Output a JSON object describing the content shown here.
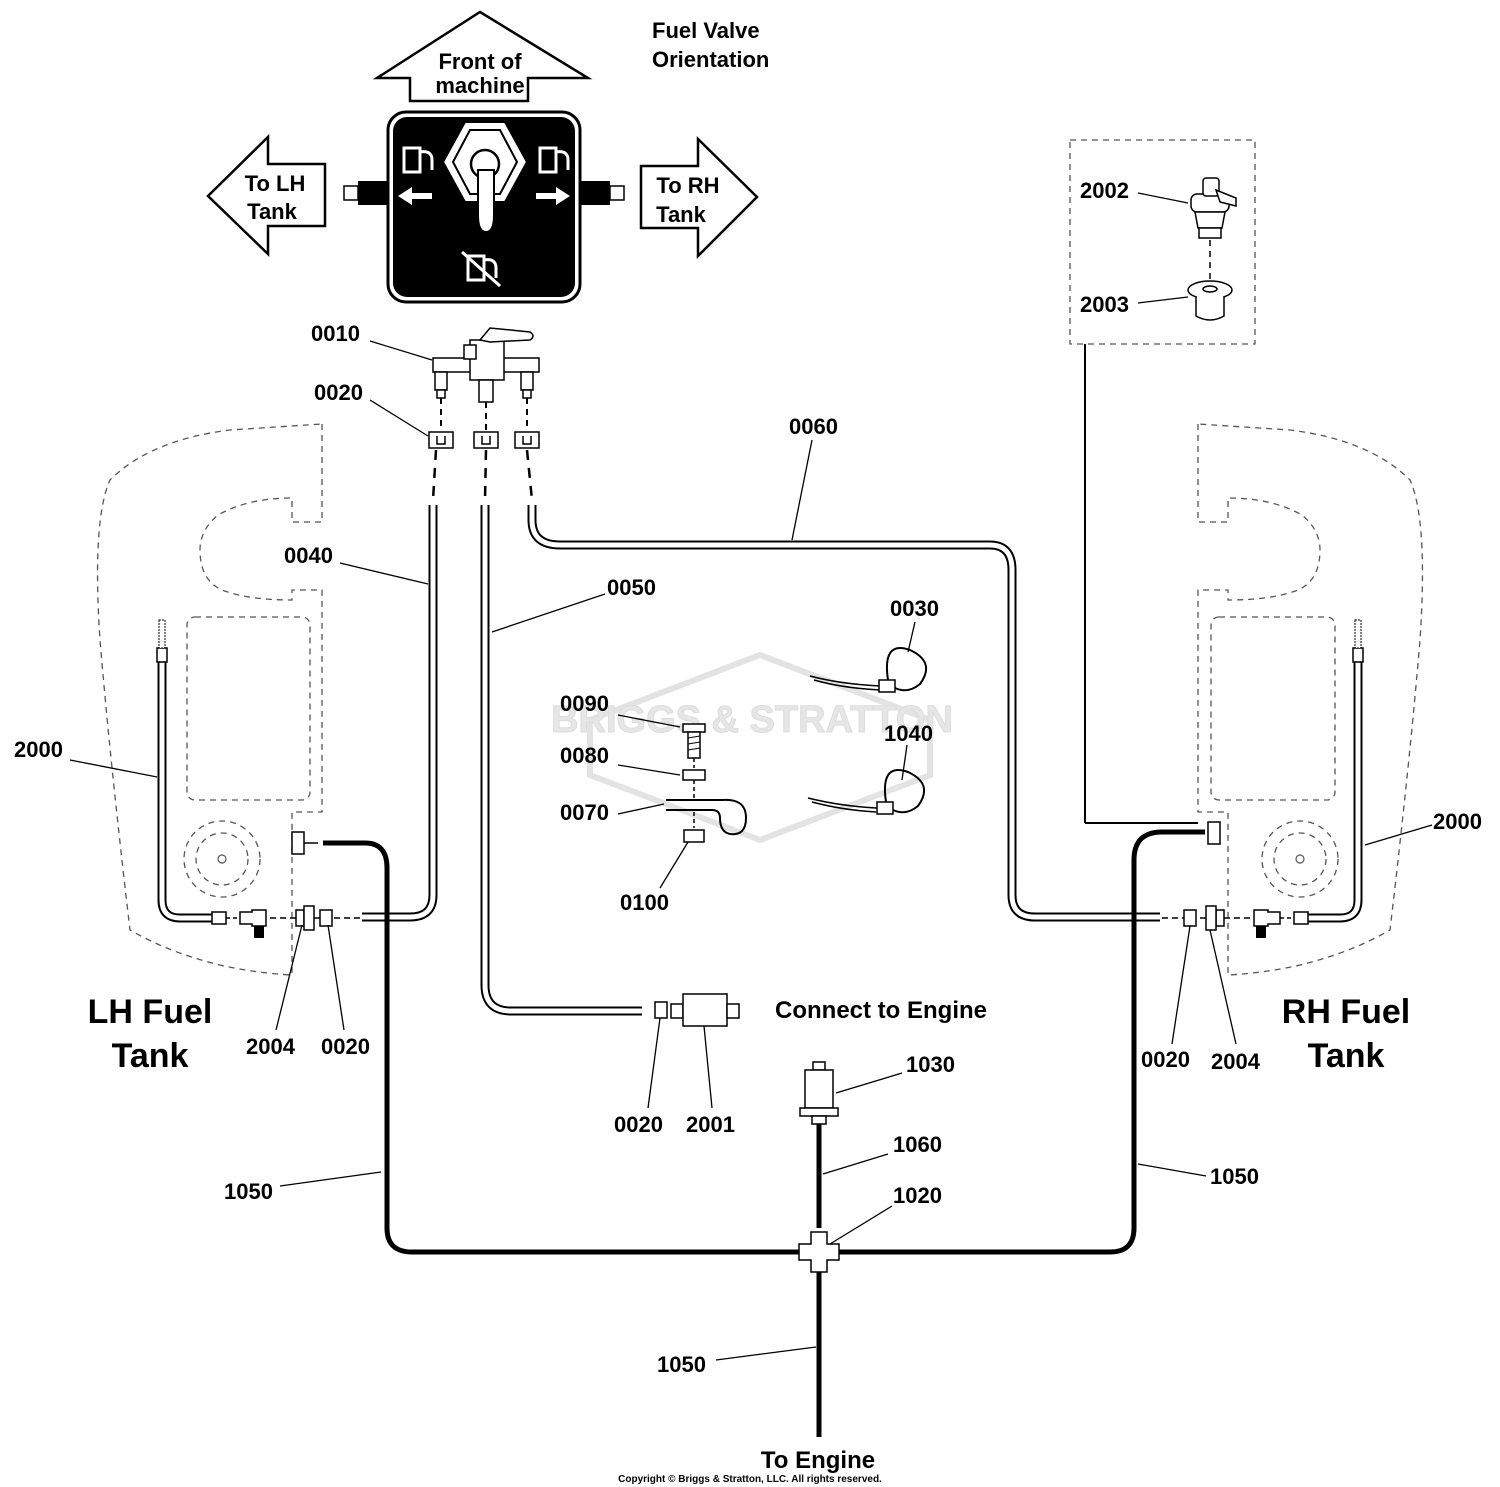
{
  "valve_orientation": {
    "title_line1": "Fuel Valve",
    "title_line2": "Orientation",
    "front_line1": "Front of",
    "front_line2": "machine",
    "lh_line1": "To LH",
    "lh_line2": "Tank",
    "rh_line1": "To RH",
    "rh_line2": "Tank"
  },
  "tanks": {
    "lh_line1": "LH Fuel",
    "lh_line2": "Tank",
    "rh_line1": "RH Fuel",
    "rh_line2": "Tank"
  },
  "labels": {
    "connect_engine": "Connect to Engine",
    "to_engine": "To Engine",
    "copyright": "Copyright © Briggs & Stratton, LLC. All rights reserved.",
    "watermark": "BRIGGS & STRATTON"
  },
  "parts": {
    "p0010": "0010",
    "p0020_top": "0020",
    "p0060": "0060",
    "p0040": "0040",
    "p0050": "0050",
    "p0030": "0030",
    "p0090": "0090",
    "p0080": "0080",
    "p0070": "0070",
    "p0100": "0100",
    "p1040": "1040",
    "p2000_left": "2000",
    "p2000_right": "2000",
    "p2002": "2002",
    "p2003": "2003",
    "p2004_left": "2004",
    "p0020_left": "0020",
    "p0020_mid": "0020",
    "p2001": "2001",
    "p0020_right": "0020",
    "p2004_right": "2004",
    "p1030": "1030",
    "p1060": "1060",
    "p1020": "1020",
    "p1050_left": "1050",
    "p1050_right": "1050",
    "p1050_bottom": "1050"
  }
}
